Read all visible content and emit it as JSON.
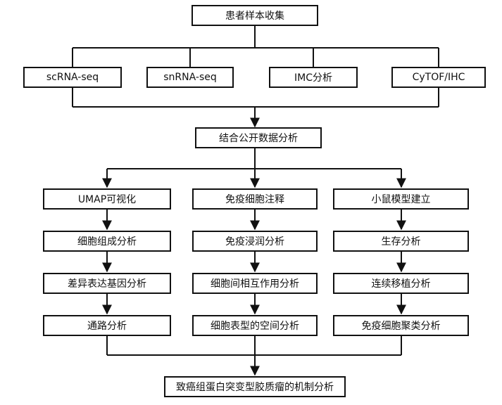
{
  "nodes": {
    "collect": "患者样本收集",
    "scrna": "scRNA-seq",
    "snrna": "snRNA-seq",
    "imc": "IMC分析",
    "cytof": "CyTOF/IHC",
    "combine": "结合公开数据分析",
    "umap": "UMAP可视化",
    "composition": "细胞组成分析",
    "deg": "差异表达基因分析",
    "pathway": "通路分析",
    "immune_annot": "免疫细胞注释",
    "infiltration": "免疫浸润分析",
    "interaction": "细胞间相互作用分析",
    "spatial": "细胞表型的空间分析",
    "mouse": "小鼠模型建立",
    "survival": "生存分析",
    "transplant": "连续移植分析",
    "clustering": "免疫细胞聚类分析",
    "mechanism": "致癌组蛋白突变型胶质瘤的机制分析"
  },
  "colors": {
    "line": "#111111",
    "background": "#ffffff"
  }
}
